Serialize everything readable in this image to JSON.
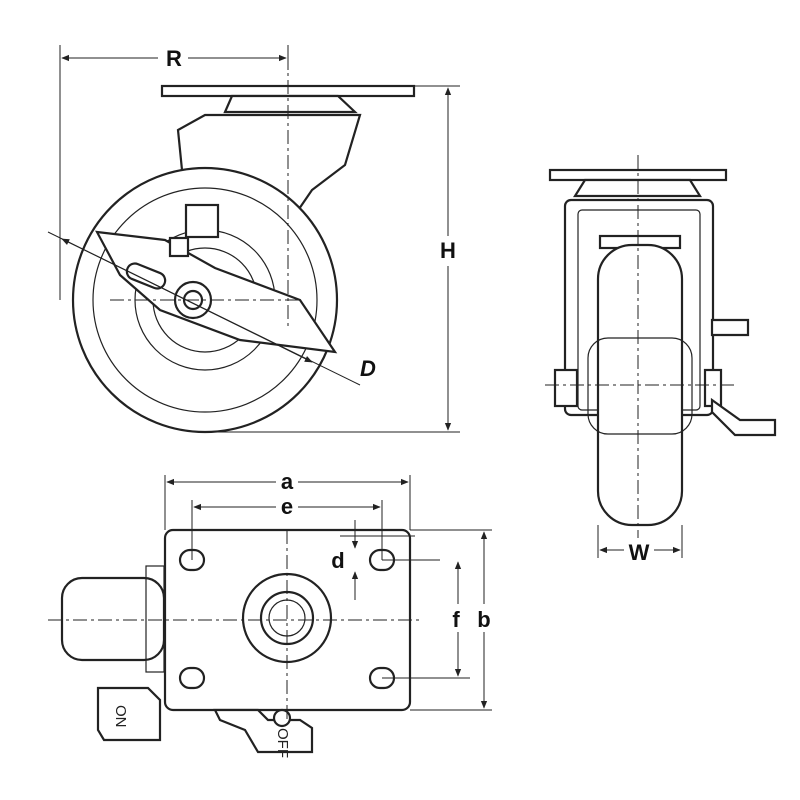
{
  "labels": {
    "R": "R",
    "H": "H",
    "D": "D",
    "W": "W",
    "a": "a",
    "e": "e",
    "d": "d",
    "f": "f",
    "b": "b",
    "on": "ON",
    "off": "OFF"
  }
}
